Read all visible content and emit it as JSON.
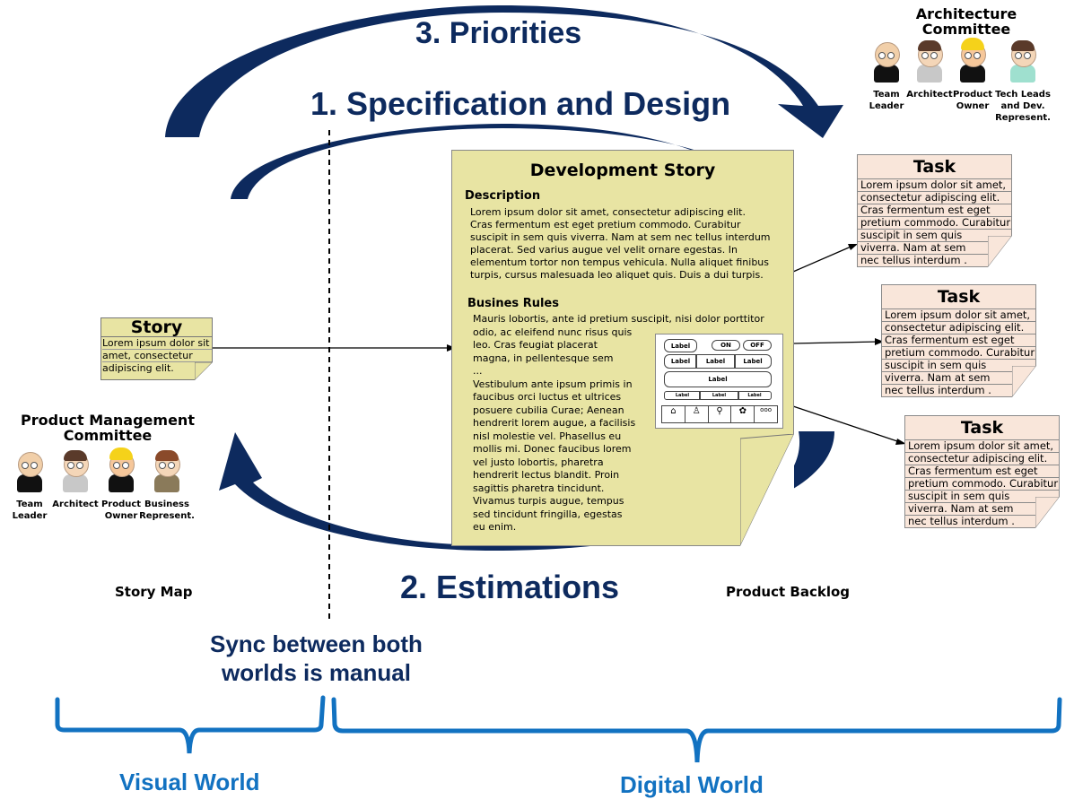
{
  "steps": {
    "priorities": "3. Priorities",
    "specification": "1. Specification and Design",
    "estimations": "2. Estimations"
  },
  "architecture_committee": {
    "title_line1": "Architecture",
    "title_line2": "Committee",
    "members": [
      {
        "line1": "Team",
        "line2": "Leader",
        "line3": ""
      },
      {
        "line1": "Architect",
        "line2": "",
        "line3": ""
      },
      {
        "line1": "Product",
        "line2": "Owner",
        "line3": ""
      },
      {
        "line1": "Tech Leads",
        "line2": "and Dev.",
        "line3": "Represent."
      }
    ]
  },
  "product_committee": {
    "title_line1": "Product Management",
    "title_line2": "Committee",
    "members": [
      {
        "line1": "Team",
        "line2": "Leader"
      },
      {
        "line1": "Architect",
        "line2": ""
      },
      {
        "line1": "Product",
        "line2": "Owner"
      },
      {
        "line1": "Business",
        "line2": "Represent."
      }
    ]
  },
  "story_card": {
    "title": "Story",
    "lines": [
      "Lorem ipsum dolor sit",
      "amet, consectetur",
      "adipiscing elit."
    ]
  },
  "dev_story": {
    "title": "Development Story",
    "description_heading": "Description",
    "description_lines": [
      "Lorem ipsum dolor sit amet, consectetur adipiscing elit.",
      "Cras fermentum est eget pretium commodo. Curabitur",
      "suscipit in sem quis viverra. Nam at sem nec tellus interdum",
      "placerat. Sed varius augue vel velit ornare egestas. In",
      "elementum tortor non tempus vehicula. Nulla aliquet finibus",
      "turpis, cursus malesuada leo aliquet quis. Duis a dui turpis."
    ],
    "rules_heading": "Busines Rules",
    "rules_first_line": "Mauris lobortis, ante id pretium suscipit, nisi dolor porttitor",
    "rules_lines": [
      "odio, ac eleifend nunc risus quis",
      "leo. Cras feugiat placerat",
      "magna, in pellentesque sem",
      "...",
      "Vestibulum ante ipsum primis in",
      "faucibus orci luctus et ultrices",
      "posuere cubilia Curae; Aenean",
      "hendrerit lorem augue, a facilisis",
      "nisl molestie vel. Phasellus eu",
      "mollis mi. Donec faucibus lorem",
      "vel justo lobortis, pharetra",
      "hendrerit lectus blandit. Proin",
      "sagittis pharetra tincidunt.",
      "Vivamus turpis augue, tempus",
      "sed tincidunt fringilla, egestas",
      "eu enim."
    ],
    "mockup": {
      "label": "Label",
      "on": "ON",
      "off": "OFF"
    }
  },
  "tasks": [
    {
      "title": "Task",
      "lines": [
        "Lorem ipsum dolor sit amet,",
        "consectetur adipiscing elit.",
        "Cras fermentum est eget",
        "pretium commodo. Curabitur",
        "suscipit in sem quis",
        "viverra. Nam at sem",
        "nec tellus interdum ."
      ]
    },
    {
      "title": "Task",
      "lines": [
        "Lorem ipsum dolor sit amet,",
        "consectetur adipiscing elit.",
        "Cras fermentum est eget",
        "pretium commodo. Curabitur",
        "suscipit in sem quis",
        "viverra. Nam at sem",
        "nec tellus interdum ."
      ]
    },
    {
      "title": "Task",
      "lines": [
        "Lorem ipsum dolor sit amet,",
        "consectetur adipiscing elit.",
        "Cras fermentum est eget",
        "pretium commodo. Curabitur",
        "suscipit in sem quis",
        "viverra. Nam at sem",
        "nec tellus interdum ."
      ]
    }
  ],
  "labels": {
    "story_map": "Story Map",
    "product_backlog": "Product Backlog",
    "sync_line1": "Sync between both",
    "sync_line2": "worlds is manual",
    "visual_world": "Visual World",
    "digital_world": "Digital World"
  },
  "colors": {
    "arrow": "#0d2a5e",
    "world": "#1272c1",
    "story_card": "#e8e4a3",
    "task_card": "#f9e6da"
  }
}
